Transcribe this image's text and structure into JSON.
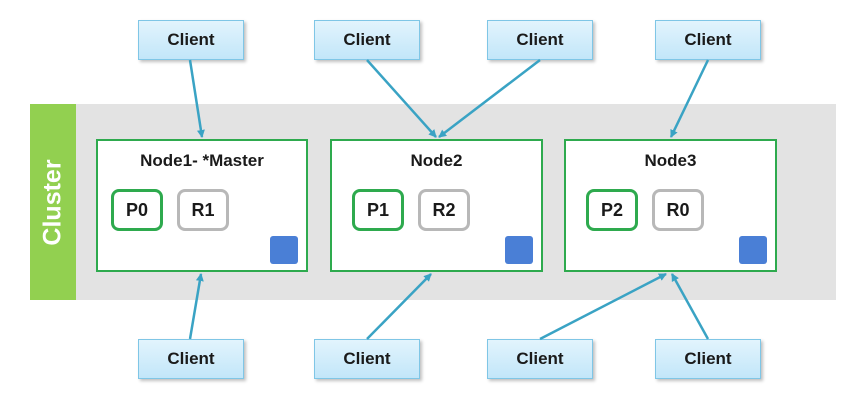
{
  "cluster": {
    "label": "Cluster"
  },
  "nodes": [
    {
      "title": "Node1- *Master",
      "primary": "P0",
      "replica": "R1"
    },
    {
      "title": "Node2",
      "primary": "P1",
      "replica": "R2"
    },
    {
      "title": "Node3",
      "primary": "P2",
      "replica": "R0"
    }
  ],
  "clients": {
    "top": [
      "Client",
      "Client",
      "Client",
      "Client"
    ],
    "bottom": [
      "Client",
      "Client",
      "Client",
      "Client"
    ]
  },
  "colors": {
    "cluster_band": "#e3e3e3",
    "cluster_label": "#92d050",
    "node_border": "#2eaa4e",
    "replica_border": "#b8b8b8",
    "arrow": "#3aa3c4",
    "client_fill": "#c2e6f9",
    "square": "#4a7fd6"
  }
}
